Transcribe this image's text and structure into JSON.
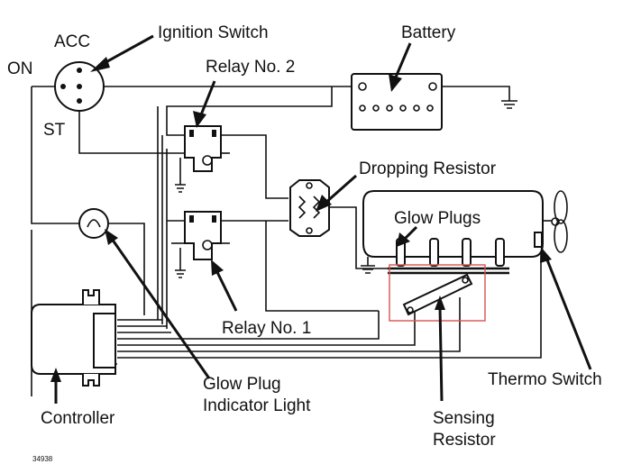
{
  "labels": {
    "acc": "ACC",
    "on": "ON",
    "st": "ST",
    "ignition_switch": "Ignition Switch",
    "battery": "Battery",
    "relay_no2": "Relay No. 2",
    "dropping_resistor": "Dropping Resistor",
    "glow_plugs": "Glow Plugs",
    "relay_no1": "Relay No. 1",
    "thermo_switch": "Thermo Switch",
    "controller": "Controller",
    "glow_plug_indicator_line1": "Glow Plug",
    "glow_plug_indicator_line2": "Indicator Light",
    "sensing_resistor_line1": "Sensing",
    "sensing_resistor_line2": "Resistor",
    "figure_number": "34938"
  },
  "colors": {
    "line": "#111111",
    "highlight_box": "#d9534f",
    "background": "#ffffff"
  }
}
